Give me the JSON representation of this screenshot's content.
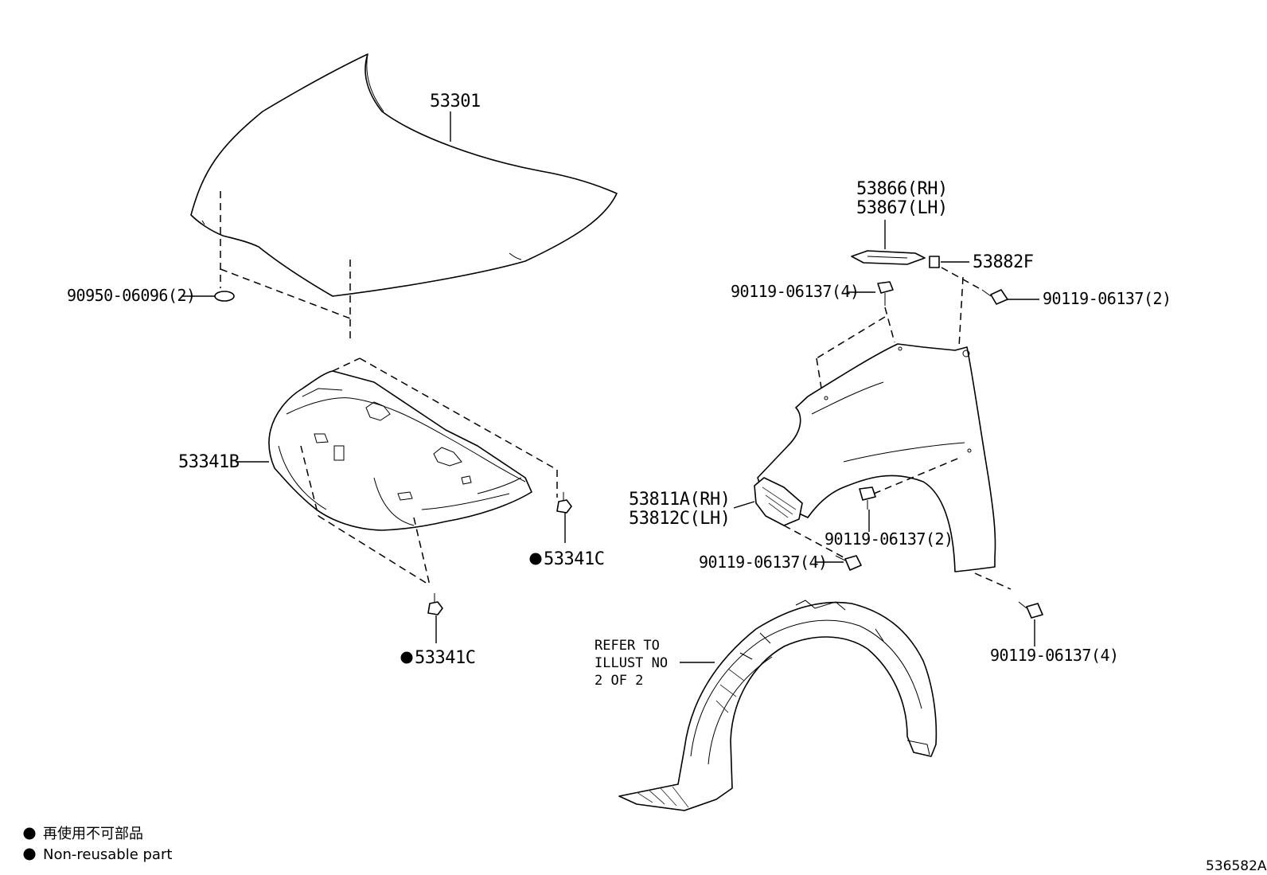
{
  "parts": {
    "hood": "53301",
    "hood_cushion": "90950-06096(2)",
    "hood_insulator": "53341B",
    "clip_a": "53341C",
    "clip_b": "53341C",
    "fender_bracket_rh": "53866(RH)",
    "fender_bracket_lh": "53867(LH)",
    "nut": "53882F",
    "bolt_upper_left": "90119-06137(4)",
    "bolt_upper_right": "90119-06137(2)",
    "fender_seal_rh": "53811A(RH)",
    "fender_seal_lh": "53812C(LH)",
    "bolt_wheel_arch": "90119-06137(2)",
    "bolt_lower_left": "90119-06137(4)",
    "bolt_lower_right": "90119-06137(4)"
  },
  "refer_note": {
    "line1": "REFER TO",
    "line2": "ILLUST NO",
    "line3": "2 OF 2"
  },
  "legend": {
    "japanese": "再使用不可部品",
    "english": "Non-reusable part"
  },
  "figure_id": "536582A",
  "icons": {
    "non_reusable_marker": "filled-circle-icon"
  }
}
